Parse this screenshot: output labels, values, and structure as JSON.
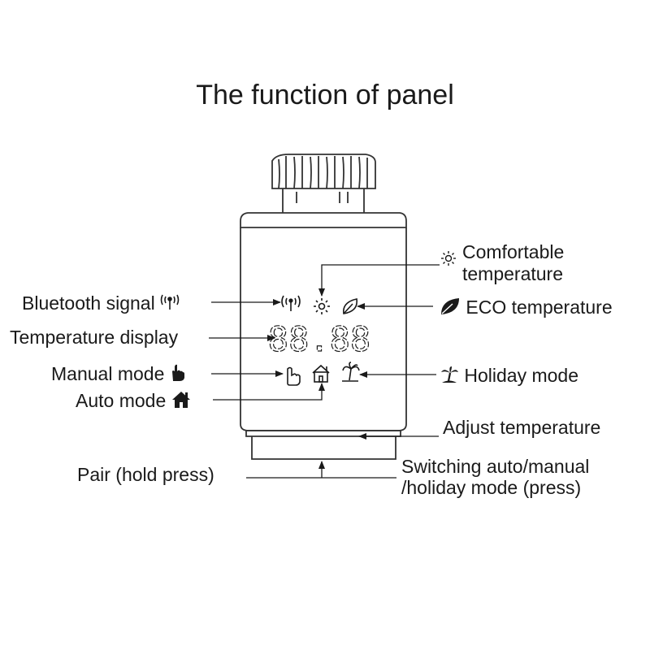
{
  "title": "The function of panel",
  "display": {
    "digits": "88.88"
  },
  "labels": {
    "comfortable_line1": "Comfortable",
    "comfortable_line2": "temperature",
    "bluetooth": "Bluetooth signal",
    "eco": "ECO temperature",
    "temperature_display": "Temperature display",
    "manual": "Manual mode",
    "holiday": "Holiday mode",
    "auto": "Auto mode",
    "adjust": "Adjust temperature",
    "pair": "Pair (hold press)",
    "switch_line1": "Switching auto/manual",
    "switch_line2": "/holiday mode (press)"
  },
  "icons": [
    "sun-icon",
    "bluetooth-icon",
    "leaf-icon",
    "hand-icon",
    "home-icon",
    "palm-tree-icon"
  ],
  "colors": {
    "line": "#1a1a1a",
    "device_outline": "#333333",
    "text": "#1a1a1a"
  }
}
